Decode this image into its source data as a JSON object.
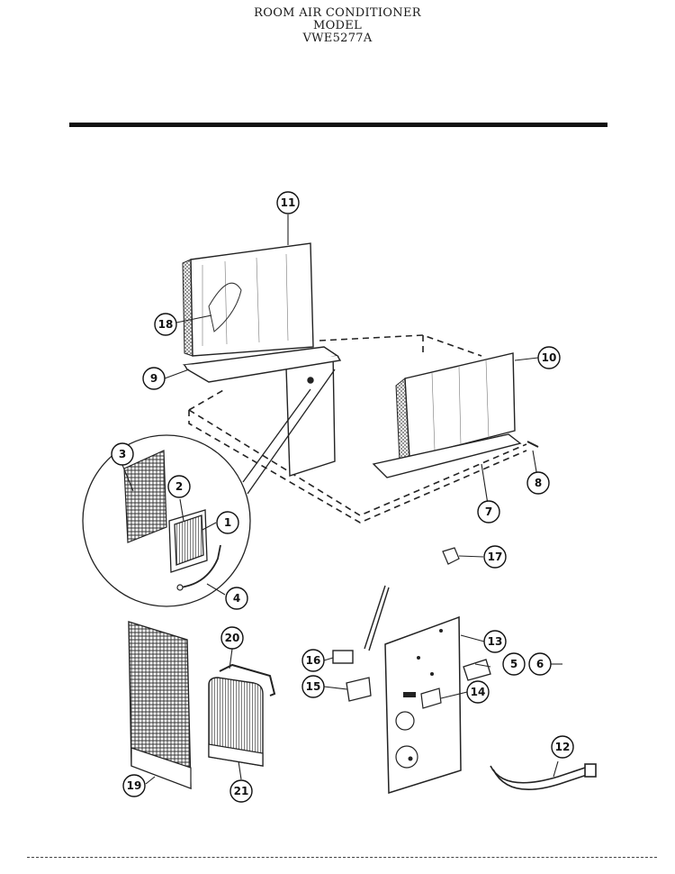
{
  "header": {
    "line1": "ROOM AIR CONDITIONER",
    "line2": "MODEL",
    "line3": "VWE5277A"
  },
  "callouts": [
    {
      "id": "1",
      "label": "1"
    },
    {
      "id": "2",
      "label": "2"
    },
    {
      "id": "3",
      "label": "3"
    },
    {
      "id": "4",
      "label": "4"
    },
    {
      "id": "5",
      "label": "5"
    },
    {
      "id": "6",
      "label": "6"
    },
    {
      "id": "7",
      "label": "7"
    },
    {
      "id": "8",
      "label": "8"
    },
    {
      "id": "9",
      "label": "9"
    },
    {
      "id": "10",
      "label": "10"
    },
    {
      "id": "11",
      "label": "11"
    },
    {
      "id": "12",
      "label": "12"
    },
    {
      "id": "13",
      "label": "13"
    },
    {
      "id": "14",
      "label": "14"
    },
    {
      "id": "15",
      "label": "15"
    },
    {
      "id": "16",
      "label": "16"
    },
    {
      "id": "17",
      "label": "17"
    },
    {
      "id": "18",
      "label": "18"
    },
    {
      "id": "19",
      "label": "19"
    },
    {
      "id": "20",
      "label": "20"
    },
    {
      "id": "21",
      "label": "21"
    }
  ]
}
